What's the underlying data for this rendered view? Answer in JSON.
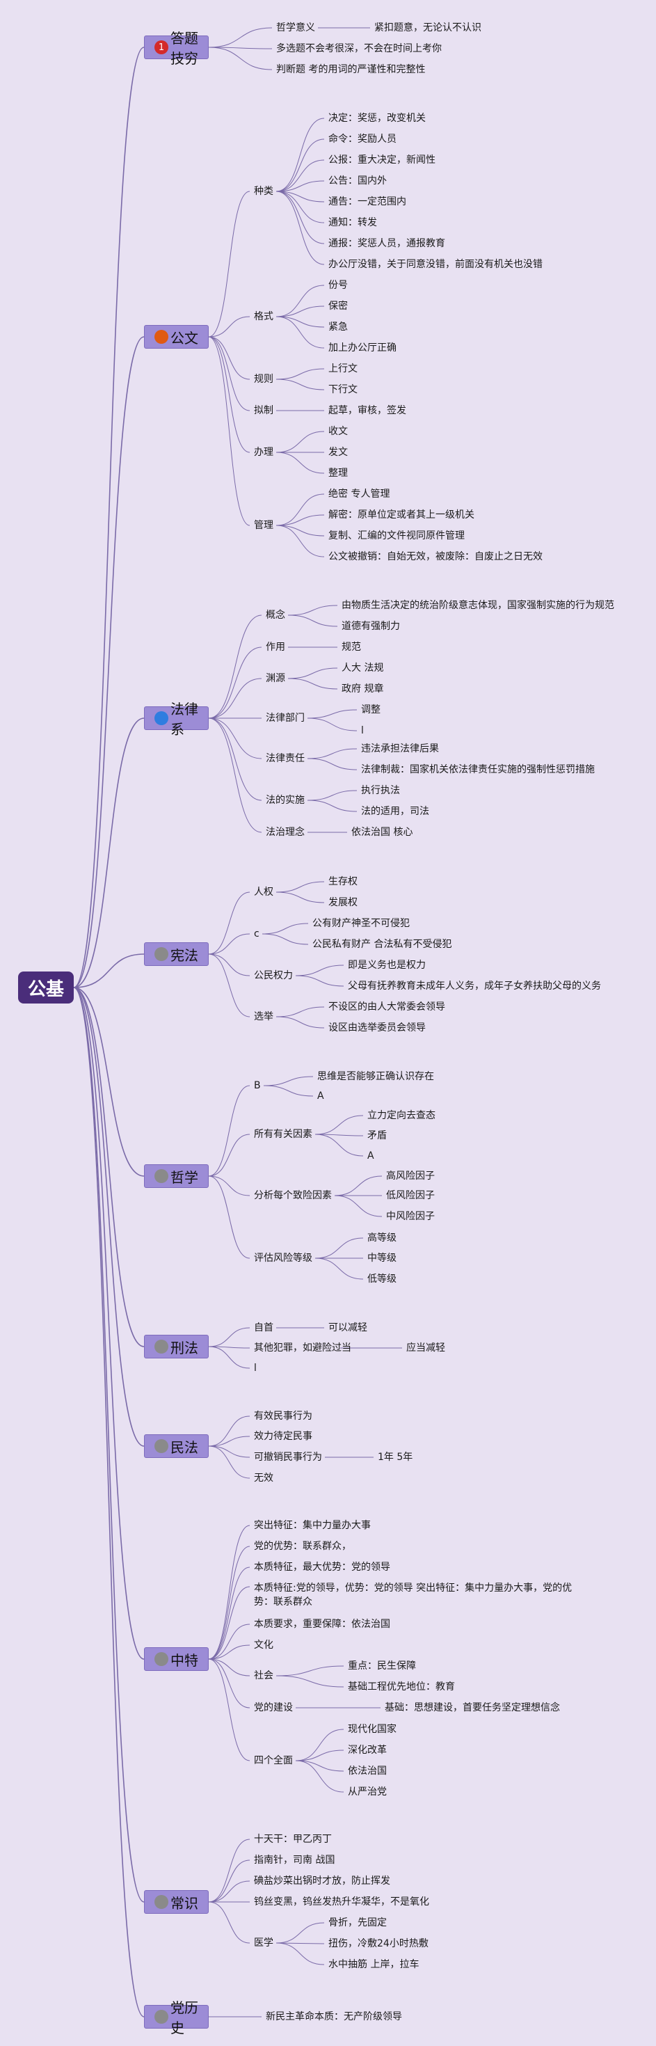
{
  "root": "公基",
  "colors": {
    "root": "#4a2d7a",
    "branch": "#9c8cd6",
    "background": "#e8e1f2",
    "line": "#7a6aa8"
  },
  "branches": [
    {
      "title": "答题技穷",
      "badge": "1",
      "badge_color": "#d42a2a"
    },
    {
      "title": "公文",
      "badge": "",
      "badge_color": "#e05a12"
    },
    {
      "title": "法律系",
      "badge": "",
      "badge_color": "#2f7de0"
    },
    {
      "title": "宪法",
      "badge": "",
      "badge_color": "#8a8a8a"
    },
    {
      "title": "哲学",
      "badge": "",
      "badge_color": "#8a8a8a"
    },
    {
      "title": "刑法",
      "badge": "",
      "badge_color": "#8a8a8a"
    },
    {
      "title": "民法",
      "badge": "",
      "badge_color": "#8a8a8a"
    },
    {
      "title": "中特",
      "badge": "",
      "badge_color": "#8a8a8a"
    },
    {
      "title": "常识",
      "badge": "",
      "badge_color": "#8a8a8a"
    },
    {
      "title": "党历史",
      "badge": "",
      "badge_color": "#8a8a8a"
    }
  ],
  "nodes": {
    "dt1": "哲学意义",
    "dt1a": "紧扣题意，无论认不认识",
    "dt2": "多选题不会考很深，不会在时间上考你",
    "dt3": "判断题 考的用词的严谨性和完整性",
    "gw_zl": "种类",
    "gw_zl1": "决定：奖惩，改变机关",
    "gw_zl2": "命令：奖励人员",
    "gw_zl3": "公报：重大决定，新闻性",
    "gw_zl4": "公告：国内外",
    "gw_zl5": "通告：一定范围内",
    "gw_zl6": "通知：转发",
    "gw_zl7": "通报：奖惩人员，通报教育",
    "gw_zl8": "办公厅没错，关于同意没错，前面没有机关也没错",
    "gw_gs": "格式",
    "gw_gs1": "份号",
    "gw_gs2": "保密",
    "gw_gs3": "紧急",
    "gw_gs4": "加上办公厅正确",
    "gw_gz": "规则",
    "gw_gz1": "上行文",
    "gw_gz2": "下行文",
    "gw_nz": "拟制",
    "gw_nz1": "起草，审核，签发",
    "gw_bl": "办理",
    "gw_bl1": "收文",
    "gw_bl2": "发文",
    "gw_bl3": "整理",
    "gw_gl": "管理",
    "gw_gl1": "绝密 专人管理",
    "gw_gl2": "解密：原单位定或者其上一级机关",
    "gw_gl3": "复制、汇编的文件视同原件管理",
    "gw_gl4": "公文被撤销：自始无效，被废除：自废止之日无效",
    "fl_gn": "概念",
    "fl_gn1": "由物质生活决定的统治阶级意志体现，国家强制实施的行为规范",
    "fl_gn2": "道德有强制力",
    "fl_zy": "作用",
    "fl_zy1": "规范",
    "fl_yy": "渊源",
    "fl_yy1": "人大 法规",
    "fl_yy2": "政府 规章",
    "fl_bm": "法律部门",
    "fl_bm1": "调整",
    "fl_bm2": "l",
    "fl_zr": "法律责任",
    "fl_zr1": "违法承担法律后果",
    "fl_zr2": "法律制裁：国家机关依法律责任实施的强制性惩罚措施",
    "fl_ss": "法的实施",
    "fl_ss1": "执行执法",
    "fl_ss2": "法的适用，司法",
    "fl_ln": "法治理念",
    "fl_ln1": "依法治国 核心",
    "xf_rq": "人权",
    "xf_rq1": "生存权",
    "xf_rq2": "发展权",
    "xf_c": "c",
    "xf_c1": "公有财产神圣不可侵犯",
    "xf_c2": "公民私有财产 合法私有不受侵犯",
    "xf_gm": "公民权力",
    "xf_gm1": "即是义务也是权力",
    "xf_gm2": "父母有抚养教育未成年人义务，成年子女养扶助父母的义务",
    "xf_xj": "选举",
    "xf_xj1": "不设区的由人大常委会领导",
    "xf_xj2": "设区由选举委员会领导",
    "zx_b": "B",
    "zx_b1": "思维是否能够正确认识存在",
    "zx_b2": "A",
    "zx_yg": "所有有关因素",
    "zx_yg1": "立力定向去查态",
    "zx_yg2": "矛盾",
    "zx_yg3": "A",
    "zx_fx": "分析每个致险因素",
    "zx_fx1": "高风险因子",
    "zx_fx2": "低风险因子",
    "zx_fx3": "中风险因子",
    "zx_pg": "评估风险等级",
    "zx_pg1": "高等级",
    "zx_pg2": "中等级",
    "zx_pg3": "低等级",
    "xing1": "自首",
    "xing1a": "可以减轻",
    "xing2": "其他犯罪，如避险过当",
    "xing2a": "应当减轻",
    "xing3": "l",
    "mf1": "有效民事行为",
    "mf2": "效力待定民事",
    "mf3": "可撤销民事行为",
    "mf3a": "1年 5年",
    "mf4": "无效",
    "zt1": "突出特征：集中力量办大事",
    "zt2": "党的优势：联系群众，",
    "zt3": "本质特征，最大优势：党的领导",
    "zt4": "本质特征:党的领导，优势：党的领导 突出特征：集中力量办大事，党的优势：联系群众",
    "zt5": "本质要求，重要保障：依法治国",
    "zt6": "文化",
    "zt7": "社会",
    "zt7a": "重点：民生保障",
    "zt7b": "基础工程优先地位：教育",
    "zt8": "党的建设",
    "zt8a": "基础：思想建设，首要任务坚定理想信念",
    "zt9": "四个全面",
    "zt9a": "现代化国家",
    "zt9b": "深化改革",
    "zt9c": "依法治国",
    "zt9d": "从严治党",
    "cs1": "十天干：甲乙丙丁",
    "cs2": "指南针，司南 战国",
    "cs3": "碘盐炒菜出锅时才放，防止挥发",
    "cs4": "钨丝变黑，钨丝发热升华凝华，不是氧化",
    "cs5": "医学",
    "cs5a": "骨折，先固定",
    "cs5b": "扭伤，冷敷24小时热敷",
    "cs5c": "水中抽筋 上岸，拉车",
    "dls1": "新民主革命本质：无产阶级领导"
  }
}
